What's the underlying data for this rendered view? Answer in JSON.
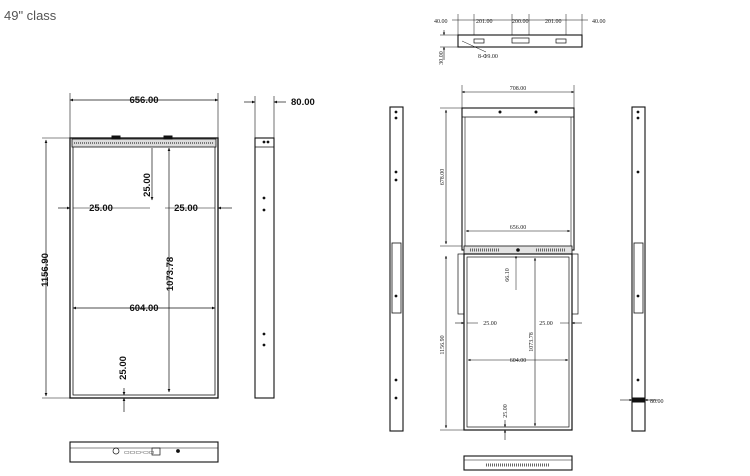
{
  "header": {
    "title": "49\" class"
  },
  "left_drawing": {
    "width": "656.00",
    "depth": "80.00",
    "height": "1156.90",
    "bezel_top": "25.00",
    "bezel_left": "25.00",
    "bezel_right": "25.00",
    "inner_height": "1073.78",
    "inner_width": "604.00",
    "bezel_bottom": "25.00"
  },
  "top_bracket": {
    "d1": "40.00",
    "d2": "201.00",
    "d3": "200.00",
    "d4": "201.00",
    "d5": "40.00",
    "d6": "30.00",
    "d7": "8-Φ9.00"
  },
  "right_drawing": {
    "top_width": "708.00",
    "upper_height": "678.00",
    "width": "656.00",
    "height": "1156.90",
    "offset": "66.10",
    "bezel_left": "25.00",
    "bezel_right": "25.00",
    "inner_height": "1073.78",
    "inner_width": "604.00",
    "bezel_bottom": "25.00",
    "side_depth": "80.00"
  }
}
